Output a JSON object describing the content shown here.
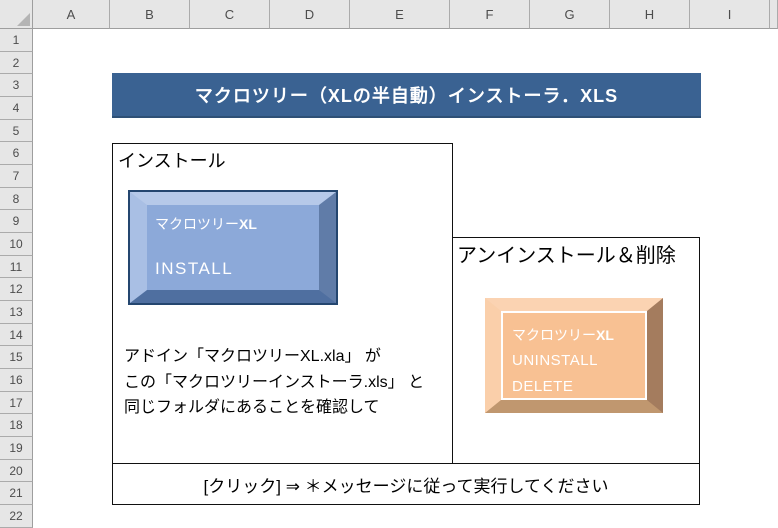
{
  "colors": {
    "banner_bg": "#3A6292",
    "install_button_face": "#8CA9D9",
    "uninstall_button_face": "#F8C193"
  },
  "grid": {
    "columns": [
      "A",
      "B",
      "C",
      "D",
      "E",
      "F",
      "G",
      "H",
      "I"
    ],
    "rows": [
      "1",
      "2",
      "3",
      "4",
      "5",
      "6",
      "7",
      "8",
      "9",
      "10",
      "11",
      "12",
      "13",
      "14",
      "15",
      "16",
      "17",
      "18",
      "19",
      "20",
      "21",
      "22"
    ]
  },
  "banner": {
    "title": "マクロツリー（XLの半自動）インストーラ．XLS"
  },
  "install": {
    "heading": "インストール",
    "button": {
      "product": "マクロツリー",
      "product_suffix": "XL",
      "action": "INSTALL"
    },
    "note_lines": {
      "line1": "アドイン「マクロツリーXL.xla」 が",
      "line2": "この「マクロツリーインストーラ.xls」 と",
      "line3": "同じフォルダにあることを確認して"
    }
  },
  "uninstall": {
    "heading": "アンインストール＆削除",
    "button": {
      "product": "マクロツリー",
      "product_suffix": "XL",
      "action1": "UNINSTALL",
      "action2": "DELETE"
    }
  },
  "footer": {
    "instruction": "[クリック] ⇒ ＊メッセージに従って実行してください"
  }
}
